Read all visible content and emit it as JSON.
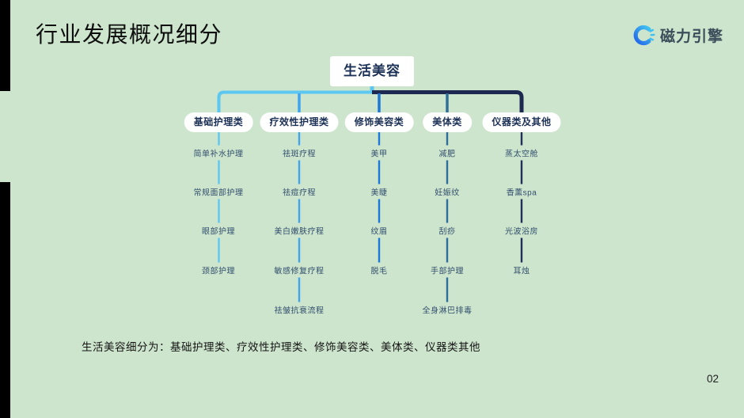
{
  "slide": {
    "title": "行业发展概况细分",
    "caption": "生活美容细分为：基础护理类、疗效性护理类、修饰美容类、美体类、仪器类其他",
    "page_number": "02",
    "background_color": "#cde4cd"
  },
  "logo": {
    "name": "磁力引擎",
    "icon": "magnet-arc-icon",
    "icon_gradient_start": "#2363e9",
    "icon_gradient_end": "#3fc0f0",
    "text_color": "#3b4d5a"
  },
  "diagram": {
    "root": {
      "label": "生活美容"
    },
    "bus_colors": {
      "left": "#5cc8f1",
      "right": "#1d2951"
    },
    "branch_colors": [
      "#5cc8f1",
      "#3fa3ee",
      "#1b78d8",
      "#306e9a",
      "#222f56"
    ],
    "categories": [
      {
        "label": "基础护理类",
        "color": "#5cc8f1",
        "items": [
          "简单补水护理",
          "常规面部护理",
          "眼部护理",
          "颈部护理"
        ]
      },
      {
        "label": "疗效性护理类",
        "color": "#3fa3ee",
        "items": [
          "祛斑疗程",
          "祛痘疗程",
          "美白嫩肤疗程",
          "敏感修复疗程",
          "祛皱抗衰流程"
        ]
      },
      {
        "label": "修饰美容类",
        "color": "#1b78d8",
        "items": [
          "美甲",
          "美睫",
          "纹眉",
          "脱毛"
        ]
      },
      {
        "label": "美体类",
        "color": "#306e9a",
        "items": [
          "减肥",
          "妊娠纹",
          "刮痧",
          "手部护理",
          "全身淋巴排毒"
        ]
      },
      {
        "label": "仪器类及其他",
        "color": "#222f56",
        "items": [
          "蒸太空舱",
          "香薰spa",
          "光波浴房",
          "耳烛"
        ]
      }
    ]
  }
}
